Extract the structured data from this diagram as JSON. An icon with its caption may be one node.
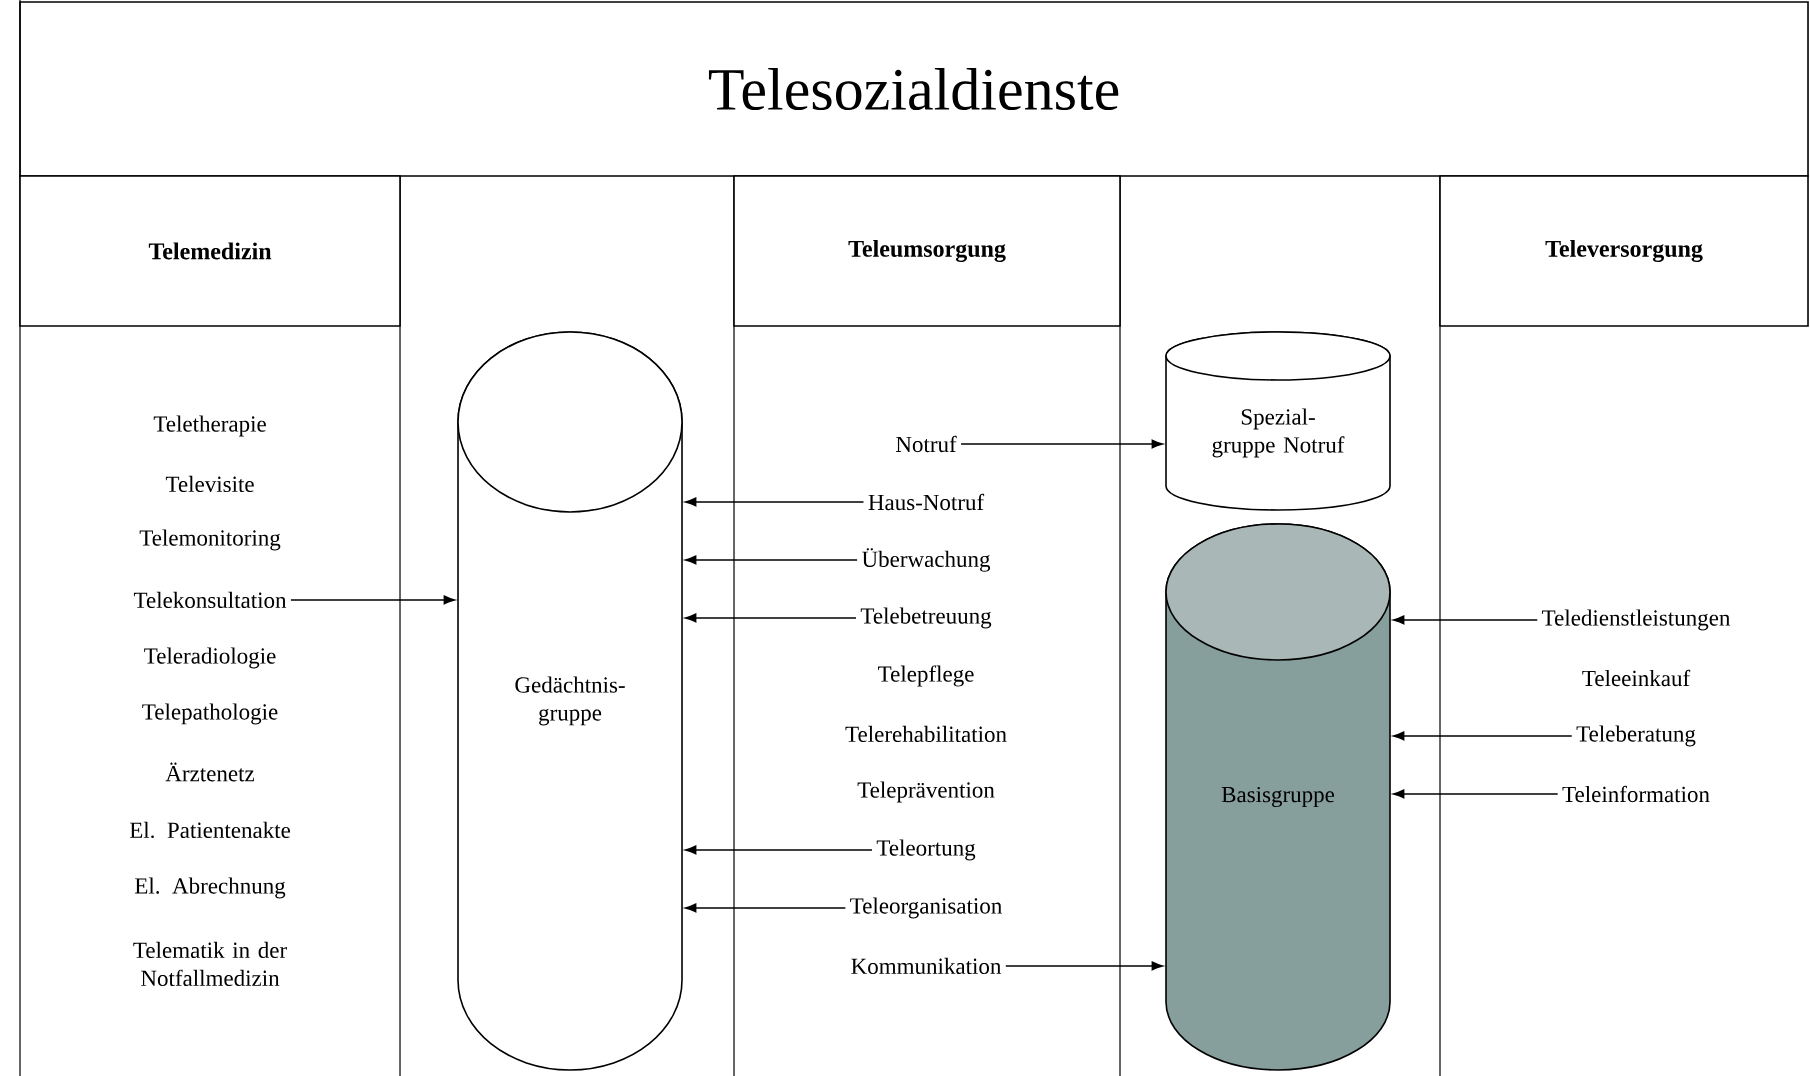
{
  "diagram": {
    "nodes": [
      {
        "text": [
          "Telesozialdienste"
        ]
      },
      {
        "text": [
          "Telemedizin"
        ]
      },
      {
        "text": [
          "Teleumsorgung"
        ]
      },
      {
        "text": [
          "Televersorgung"
        ]
      },
      {
        "text": [
          "Telekonsultation"
        ]
      },
      {
        "text": [
          "Gedächtnis- gruppe"
        ]
      },
      {
        "text": [
          "Notruf"
        ]
      },
      {
        "text": [
          "Spezial- gruppe Notruf"
        ]
      },
      {
        "text": [
          "Haus-Notruf"
        ]
      },
      {
        "text": [
          "Überwachung"
        ]
      },
      {
        "text": [
          "Telebetreuung"
        ]
      },
      {
        "text": [
          "Teleortung"
        ]
      },
      {
        "text": [
          "Teleorganisation"
        ]
      },
      {
        "text": [
          "Kommunikation"
        ]
      },
      {
        "text": [
          "Basisgruppe"
        ]
      },
      {
        "text": [
          "Teledienstleistungen"
        ]
      },
      {
        "text": [
          "Teleberatung"
        ]
      },
      {
        "text": [
          "Teleinformation"
        ]
      }
    ],
    "edges": [
      {
        "from": 4,
        "to": 5,
        "arrow": "to"
      },
      {
        "from": 6,
        "to": 7,
        "arrow": "to"
      },
      {
        "from": 8,
        "to": 5,
        "arrow": "to"
      },
      {
        "from": 9,
        "to": 5,
        "arrow": "to"
      },
      {
        "from": 10,
        "to": 5,
        "arrow": "to"
      },
      {
        "from": 11,
        "to": 5,
        "arrow": "to"
      },
      {
        "from": 12,
        "to": 5,
        "arrow": "to"
      },
      {
        "from": 13,
        "to": 14,
        "arrow": "to"
      },
      {
        "from": 15,
        "to": 14,
        "arrow": "to"
      },
      {
        "from": 16,
        "to": 14,
        "arrow": "to"
      },
      {
        "from": 17,
        "to": 14,
        "arrow": "to"
      }
    ],
    "labels": [
      "Teletherapie",
      "Televisite",
      "Telemonitoring",
      "Teleradiologie",
      "Telepathologie",
      "Ärztenetz",
      "El. Patientenakte",
      "El. Abrechnung",
      "Telematik in der Notfallmedizin",
      "Telepflege",
      "Telerehabilitation",
      "Teleprävention",
      "Teleeinkauf"
    ]
  }
}
